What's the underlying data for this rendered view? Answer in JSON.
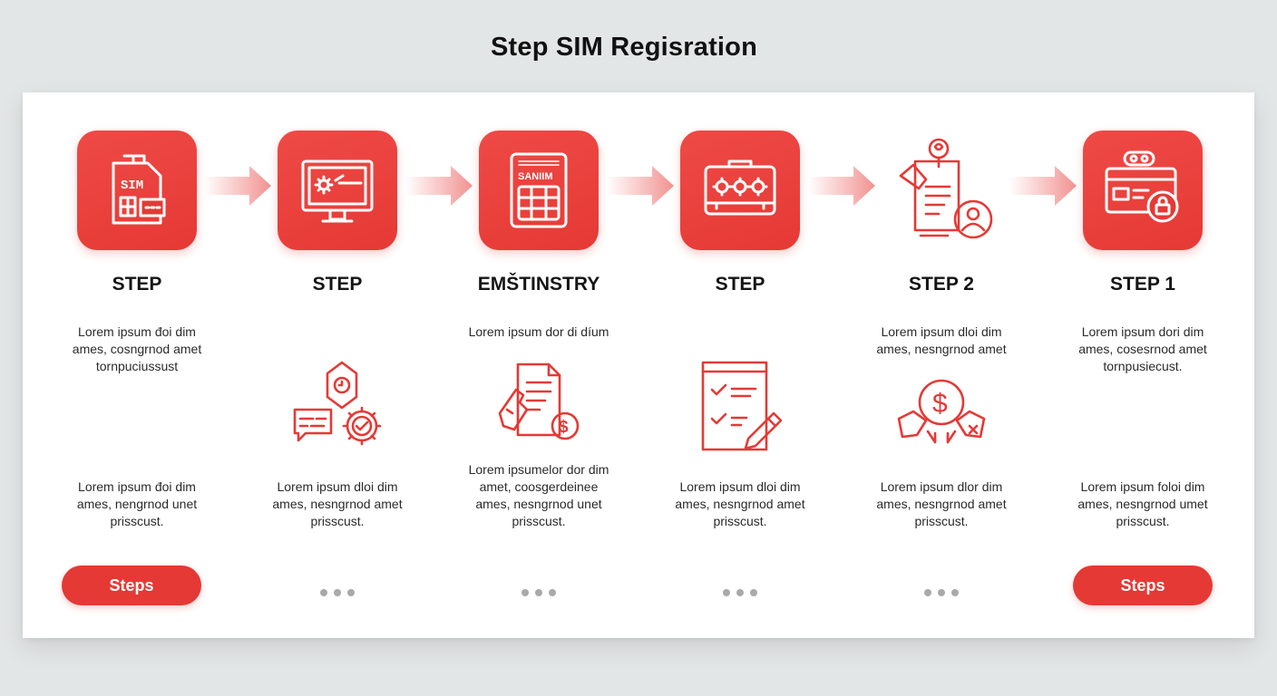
{
  "title": "Step SIM Regisration",
  "colors": {
    "accent": "#e53935",
    "background": "#e3e6e6",
    "card": "#ffffff",
    "dots": "#a9a9a9"
  },
  "steps": [
    {
      "label": "STEP",
      "tile_icon": "sim-card-icon",
      "top_text": [
        "Lorem ipsum đoi dim",
        "ames, cosngrnod amet",
        "tornpuciussust"
      ],
      "bottom_text": [
        "Lorem ipsum đoi dim",
        "ames, nengrnod unet",
        "prisscust."
      ],
      "button": "Steps"
    },
    {
      "label": "STEP",
      "tile_icon": "computer-monitor-icon",
      "mid_icon": "settings-chat-icon",
      "bottom_text": [
        "Lorem ipsum dloi dim",
        "ames, nesngrnod amet",
        "prisscust."
      ]
    },
    {
      "label": "EMŠTINSTRY",
      "tile_icon": "sim-chip-icon",
      "top_text": [
        "Lorem ipsum dor di díum"
      ],
      "mid_icon": "document-payment-icon",
      "bottom_text": [
        "Lorem ipsumelor dor dim",
        "amet, coosgerdeinee",
        "ames, nesngrnod unet",
        "prisscust."
      ]
    },
    {
      "label": "STEP",
      "tile_icon": "briefcase-gears-icon",
      "mid_icon": "checklist-icon",
      "bottom_text": [
        "Lorem ipsum dloi dim",
        "ames, nesngrnod amet",
        "prisscust."
      ]
    },
    {
      "label": "STEP 2",
      "tile_icon": "id-document-user-icon",
      "top_text": [
        "Lorem ipsum dloi dim",
        "ames, nesngrnod amet"
      ],
      "mid_icon": "dollar-handshake-icon",
      "bottom_text": [
        "Lorem ipsum dlor dim",
        "ames, nesngrnod amet",
        "prisscust."
      ]
    },
    {
      "label": "STEP 1",
      "tile_icon": "id-card-lock-icon",
      "top_text": [
        "Lorem ipsum dori dim",
        "ames, cosesrnod amet",
        "tornpusiecust."
      ],
      "bottom_text": [
        "Lorem ipsum foloi dim",
        "ames, nesngrnod umet",
        "prisscust."
      ],
      "button": "Steps"
    }
  ]
}
